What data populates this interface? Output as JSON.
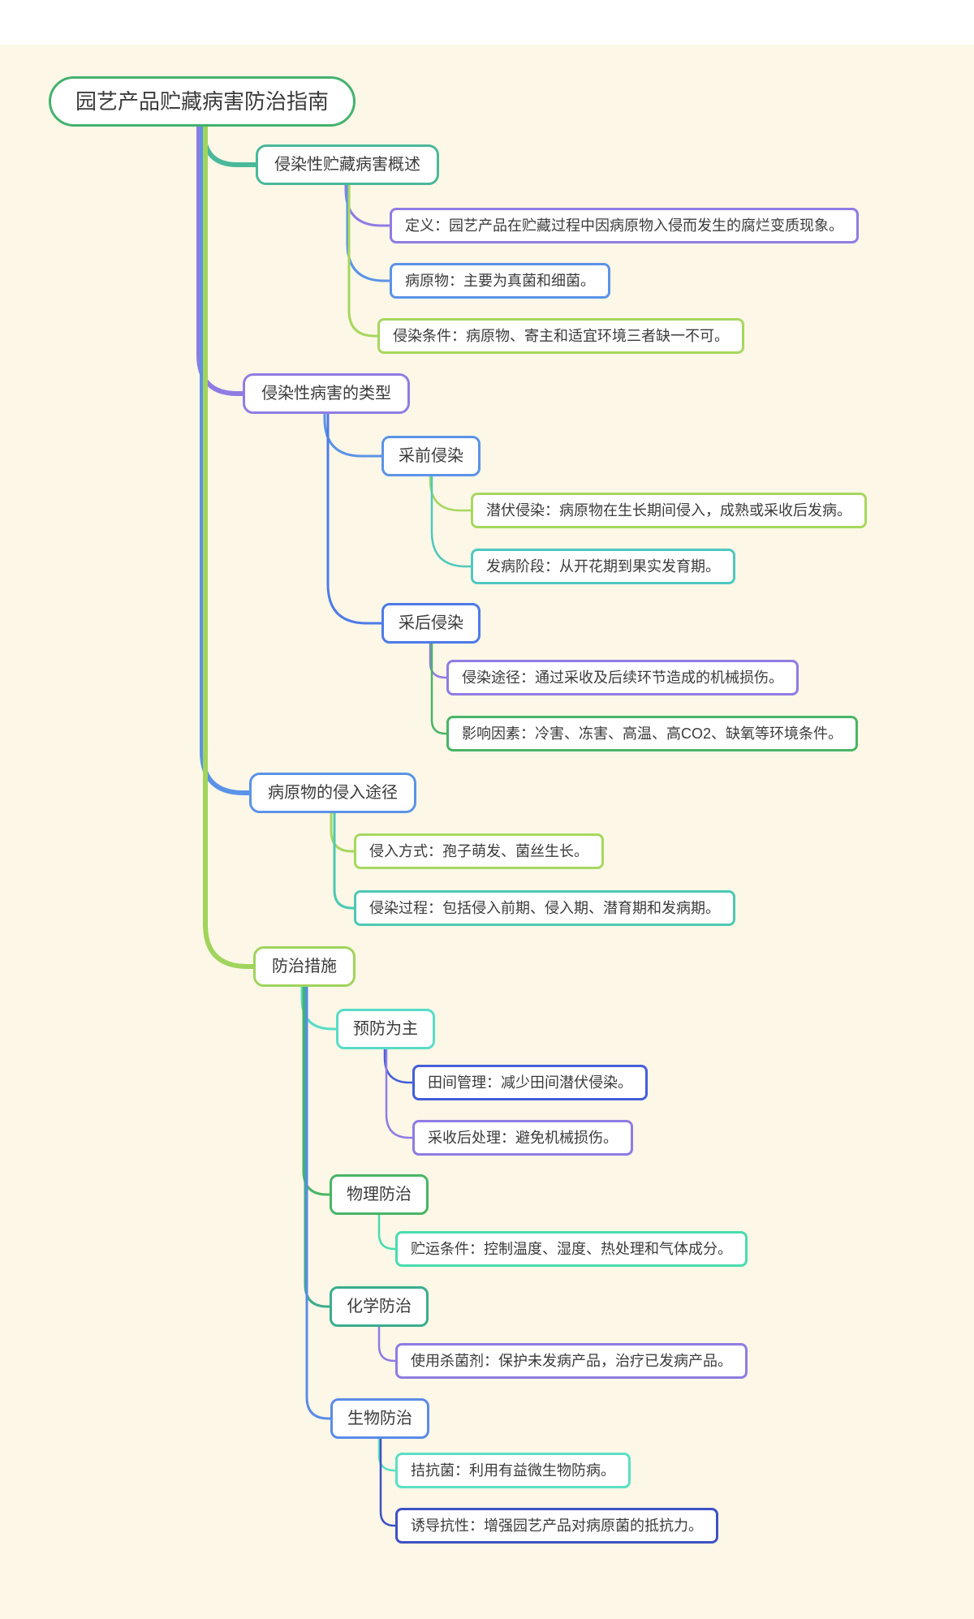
{
  "canvas": {
    "background": "#fcf7e6",
    "top_strip": "#ffffff"
  },
  "mindmap": {
    "root": {
      "label": "园艺产品贮藏病害防治指南",
      "color": "#44b26e"
    },
    "branches": [
      {
        "label": "侵染性贮藏病害概述",
        "color": "#4ab89a",
        "children": [
          {
            "label": "定义：园艺产品在贮藏过程中因病原物入侵而发生的腐烂变质现象。",
            "color": "#8f7ce3"
          },
          {
            "label": "病原物：主要为真菌和细菌。",
            "color": "#5b93e8"
          },
          {
            "label": "侵染条件：病原物、寄主和适宜环境三者缺一不可。",
            "color": "#a6d75f"
          }
        ]
      },
      {
        "label": "侵染性病害的类型",
        "color": "#8f7ce3",
        "children": [
          {
            "label": "采前侵染",
            "color": "#5b93e8",
            "children": [
              {
                "label": "潜伏侵染：病原物在生长期间侵入，成熟或采收后发病。",
                "color": "#a6d75f"
              },
              {
                "label": "发病阶段：从开花期到果实发育期。",
                "color": "#50c8c0"
              }
            ]
          },
          {
            "label": "采后侵染",
            "color": "#4e7be8",
            "children": [
              {
                "label": "侵染途径：通过采收及后续环节造成的机械损伤。",
                "color": "#8f7ce3"
              },
              {
                "label": "影响因素：冷害、冻害、高温、高CO2、缺氧等环境条件。",
                "color": "#49b566"
              }
            ]
          }
        ]
      },
      {
        "label": "病原物的侵入途径",
        "color": "#5b93e8",
        "children": [
          {
            "label": "侵入方式：孢子萌发、菌丝生长。",
            "color": "#a6d75f"
          },
          {
            "label": "侵染过程：包括侵入前期、侵入期、潜育期和发病期。",
            "color": "#4ec8b4"
          }
        ]
      },
      {
        "label": "防治措施",
        "color": "#a0d45c",
        "children": [
          {
            "label": "预防为主",
            "color": "#58dcc8",
            "children": [
              {
                "label": "田间管理：减少田间潜伏侵染。",
                "color": "#445ed9"
              },
              {
                "label": "采收后处理：避免机械损伤。",
                "color": "#8f7ce3"
              }
            ]
          },
          {
            "label": "物理防治",
            "color": "#49b566",
            "children": [
              {
                "label": "贮运条件：控制温度、湿度、热处理和气体成分。",
                "color": "#48dcaf"
              }
            ]
          },
          {
            "label": "化学防治",
            "color": "#3bad8d",
            "children": [
              {
                "label": "使用杀菌剂：保护未发病产品，治疗已发病产品。",
                "color": "#8f7ce3"
              }
            ]
          },
          {
            "label": "生物防治",
            "color": "#5a8be8",
            "children": [
              {
                "label": "拮抗菌：利用有益微生物防病。",
                "color": "#5cdfc5"
              },
              {
                "label": "诱导抗性：增强园艺产品对病原菌的抵抗力。",
                "color": "#3f51c5"
              }
            ]
          }
        ]
      }
    ]
  }
}
